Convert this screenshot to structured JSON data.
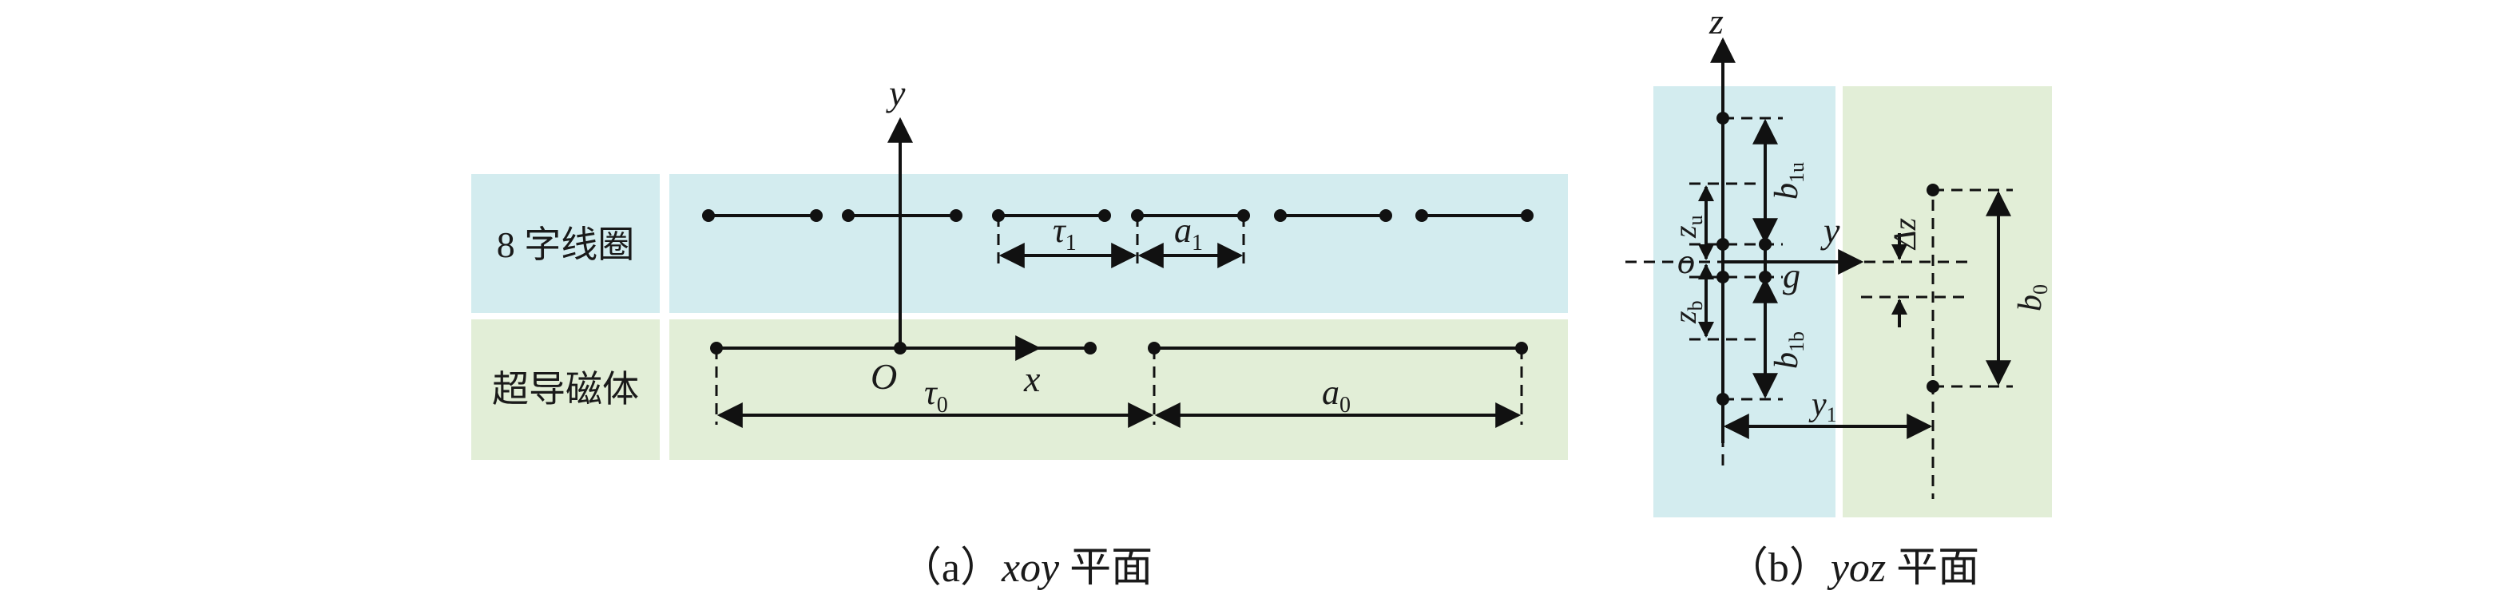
{
  "panel_a": {
    "row_top_label": "8 字线圈",
    "row_bottom_label": "超导磁体",
    "axis_y": "y",
    "axis_x": "x",
    "origin": "O",
    "tau1": {
      "main": "τ",
      "sub": "1"
    },
    "a1": {
      "main": "a",
      "sub": "1"
    },
    "tau0": {
      "main": "τ",
      "sub": "0"
    },
    "a0": {
      "main": "a",
      "sub": "0"
    },
    "caption": {
      "prefix": "（a）",
      "italic": "xoy",
      "suffix": " 平面"
    }
  },
  "panel_b": {
    "axis_z": "z",
    "axis_y": "y",
    "origin": "o",
    "b1u": {
      "main": "b",
      "sub": "1u"
    },
    "b1b": {
      "main": "b",
      "sub": "1b"
    },
    "zu": {
      "main": "z",
      "sub": "u"
    },
    "zb": {
      "main": "z",
      "sub": "b"
    },
    "g": "g",
    "delta_z": "Δz",
    "b0": {
      "main": "b",
      "sub": "0"
    },
    "y1": {
      "main": "y",
      "sub": "1"
    },
    "caption": {
      "prefix": "（b）",
      "italic": "yoz",
      "suffix": " 平面"
    }
  },
  "colors": {
    "coil_bg": "#d3ecef",
    "magnet_bg": "#e2eed7"
  }
}
